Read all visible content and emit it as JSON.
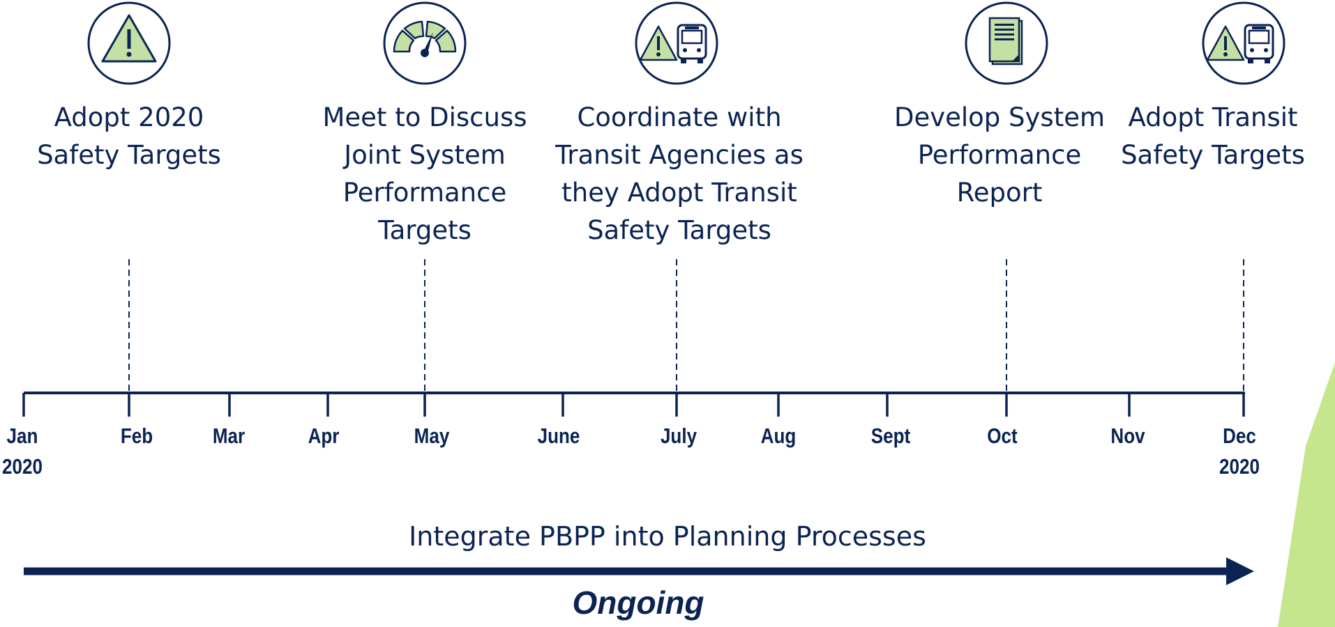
{
  "colors": {
    "navy": "#0a2352",
    "icon_green": "#c5e0a5",
    "accent_green": "#c6e68e"
  },
  "milestones": [
    {
      "icon": "warning-icon",
      "lines": [
        "Adopt 2020",
        "Safety Targets"
      ]
    },
    {
      "icon": "gauge-icon",
      "lines": [
        "Meet to Discuss",
        "Joint System",
        "Performance",
        "Targets"
      ]
    },
    {
      "icon": "warning-bus-icon",
      "lines": [
        "Coordinate with",
        "Transit Agencies as",
        "they Adopt Transit",
        "Safety Targets"
      ]
    },
    {
      "icon": "report-document-icon",
      "lines": [
        "Develop System",
        "Performance",
        "Report"
      ]
    },
    {
      "icon": "warning-bus-icon",
      "lines": [
        "Adopt Transit",
        "Safety Targets"
      ]
    }
  ],
  "months": [
    {
      "lines": [
        "Jan",
        "2020"
      ]
    },
    {
      "lines": [
        "Feb"
      ]
    },
    {
      "lines": [
        "Mar"
      ]
    },
    {
      "lines": [
        "Apr"
      ]
    },
    {
      "lines": [
        "May"
      ]
    },
    {
      "lines": [
        "June"
      ]
    },
    {
      "lines": [
        "July"
      ]
    },
    {
      "lines": [
        "Aug"
      ]
    },
    {
      "lines": [
        "Sept"
      ]
    },
    {
      "lines": [
        "Oct"
      ]
    },
    {
      "lines": [
        "Nov"
      ]
    },
    {
      "lines": [
        "Dec",
        "2020"
      ]
    }
  ],
  "ongoing": {
    "label": "Integrate PBPP into Planning Processes",
    "text": "Ongoing"
  }
}
